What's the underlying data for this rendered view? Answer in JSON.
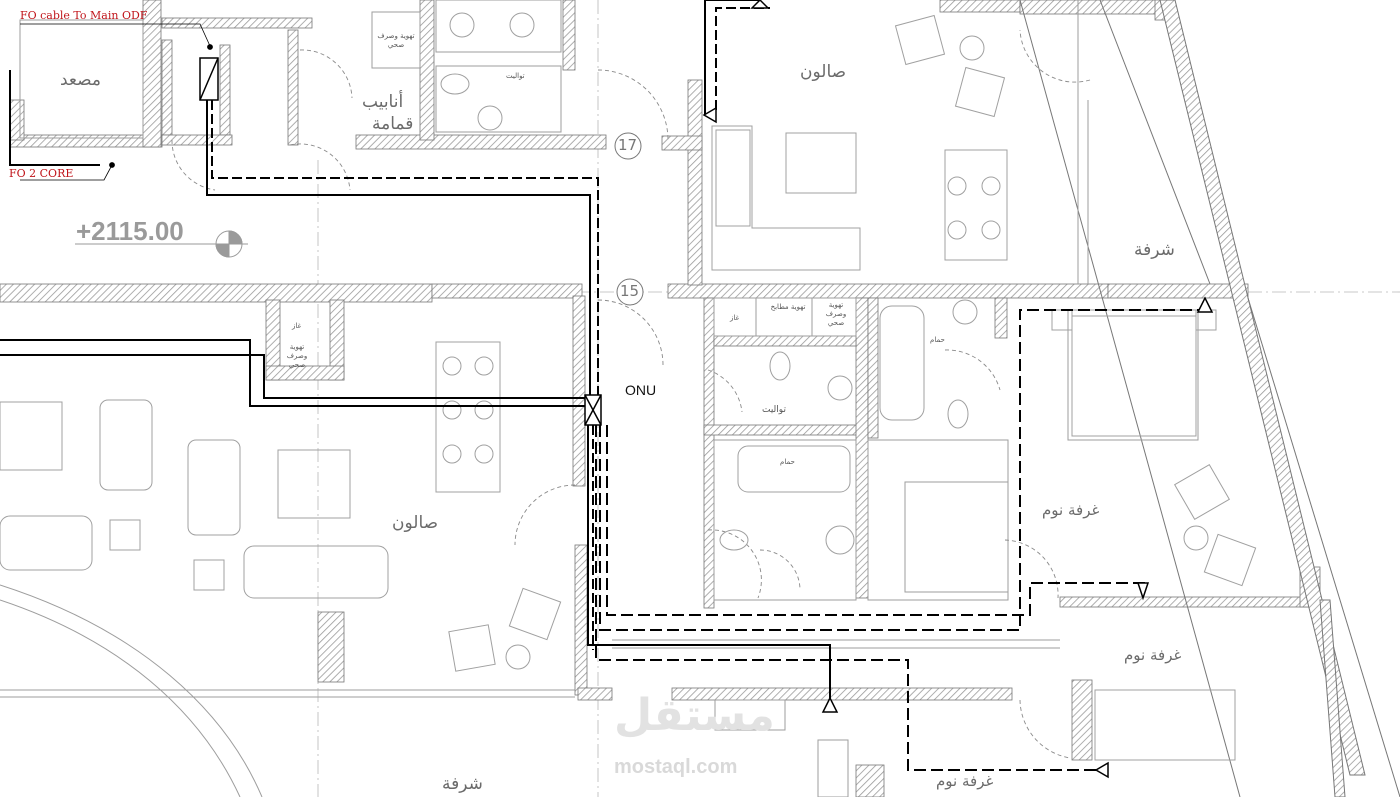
{
  "labels": {
    "fo_main_odf": "FO cable To Main ODF",
    "fo_2_core": "FO 2 CORE",
    "elevation": "+2115.00",
    "onu": "ONU",
    "axis_17": "17",
    "axis_15": "15",
    "elevator": "مصعد",
    "pipes_1": "أنابيب",
    "pipes_2": "قمامة",
    "ventilation_top": "تهوية وصرف صحي",
    "toilet_top": "تواليت",
    "salon_top": "صالون",
    "balcony_right": "شرفة",
    "gas_left": "غاز",
    "ventilation_left": "تهوية وصرف صحي",
    "salon_main": "صالون",
    "gas_mid": "غاز",
    "ventilation_kitchen": "تهوية مطابخ",
    "ventilation_mid": "تهوية وصرف صحي",
    "toilet_mid": "تواليت",
    "bath_mid": "حمام",
    "bath_right": "حمام",
    "bedroom_1": "غرفة نوم",
    "bedroom_2": "غرفة نوم",
    "bedroom_3": "غرفة نوم",
    "balcony_bottom": "شرفة",
    "watermark_arabic": "مستقل",
    "watermark_url": "mostaql.com"
  },
  "colors": {
    "annotation_red": "#c0151b",
    "wall_hatch": "#8a8a8a",
    "furniture": "#9a9a9a",
    "cable": "#000000"
  }
}
